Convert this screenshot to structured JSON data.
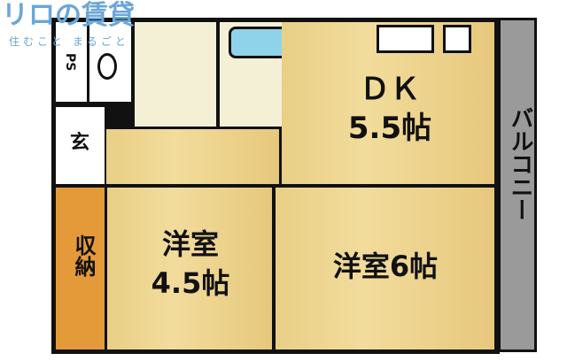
{
  "logo": {
    "text": "リロの賃貸",
    "tagline": "住むこと まるごと"
  },
  "rooms": {
    "dk": {
      "name": "ＤＫ",
      "size": "5.5帖"
    },
    "balcony": "バルコニー",
    "entrance": "玄",
    "ps": "PS",
    "storage": "収納",
    "western1": {
      "name": "洋室",
      "size": "4.5帖"
    },
    "western2": "洋室6帖"
  },
  "colors": {
    "floor": "#f0d690",
    "storage": "#e59a3a",
    "balcony": "#9a9a9a",
    "wall": "#111111"
  }
}
